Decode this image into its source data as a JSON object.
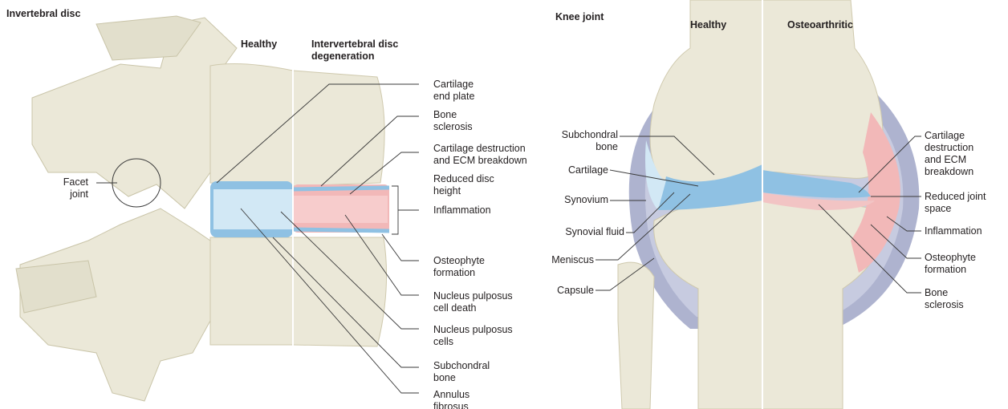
{
  "spine": {
    "title": "Invertebral disc",
    "healthy": "Healthy",
    "degeneration": "Intervertebral disc\ndegeneration",
    "facet_joint": "Facet\njoint",
    "labels": {
      "cartilage_end_plate": "Cartilage\nend plate",
      "bone_sclerosis": "Bone\nsclerosis",
      "cartilage_destruction": "Cartilage destruction\nand ECM breakdown",
      "reduced_disc_height": "Reduced disc\nheight",
      "inflammation": "Inflammation",
      "osteophyte_formation": "Osteophyte\nformation",
      "np_cell_death": "Nucleus pulposus\ncell death",
      "np_cells": "Nucleus pulposus\ncells",
      "subchondral_bone": "Subchondral\nbone",
      "annulus_fibrosus": "Annulus\nfibrosus"
    }
  },
  "knee": {
    "title": "Knee joint",
    "healthy": "Healthy",
    "osteoarthritic": "Osteoarthritic",
    "left_labels": {
      "subchondral_bone": "Subchondral\nbone",
      "cartilage": "Cartilage",
      "synovium": "Synovium",
      "synovial_fluid": "Synovial fluid",
      "meniscus": "Meniscus",
      "capsule": "Capsule"
    },
    "right_labels": {
      "cartilage_destruction": "Cartilage\ndestruction\nand ECM\nbreakdown",
      "reduced_joint_space": "Reduced joint\nspace",
      "inflammation": "Inflammation",
      "osteophyte_formation": "Osteophyte\nformation",
      "bone_sclerosis": "Bone\nsclerosis"
    }
  },
  "colors": {
    "bone": "#ebe8d8",
    "bone_shadow": "#d6d2bb",
    "cartilage_blue": "#8fc1e3",
    "nucleus_blue": "#d2e8f5",
    "inflammation_pink": "#f2b8b8",
    "capsule_purple": "#aeb3cf"
  }
}
